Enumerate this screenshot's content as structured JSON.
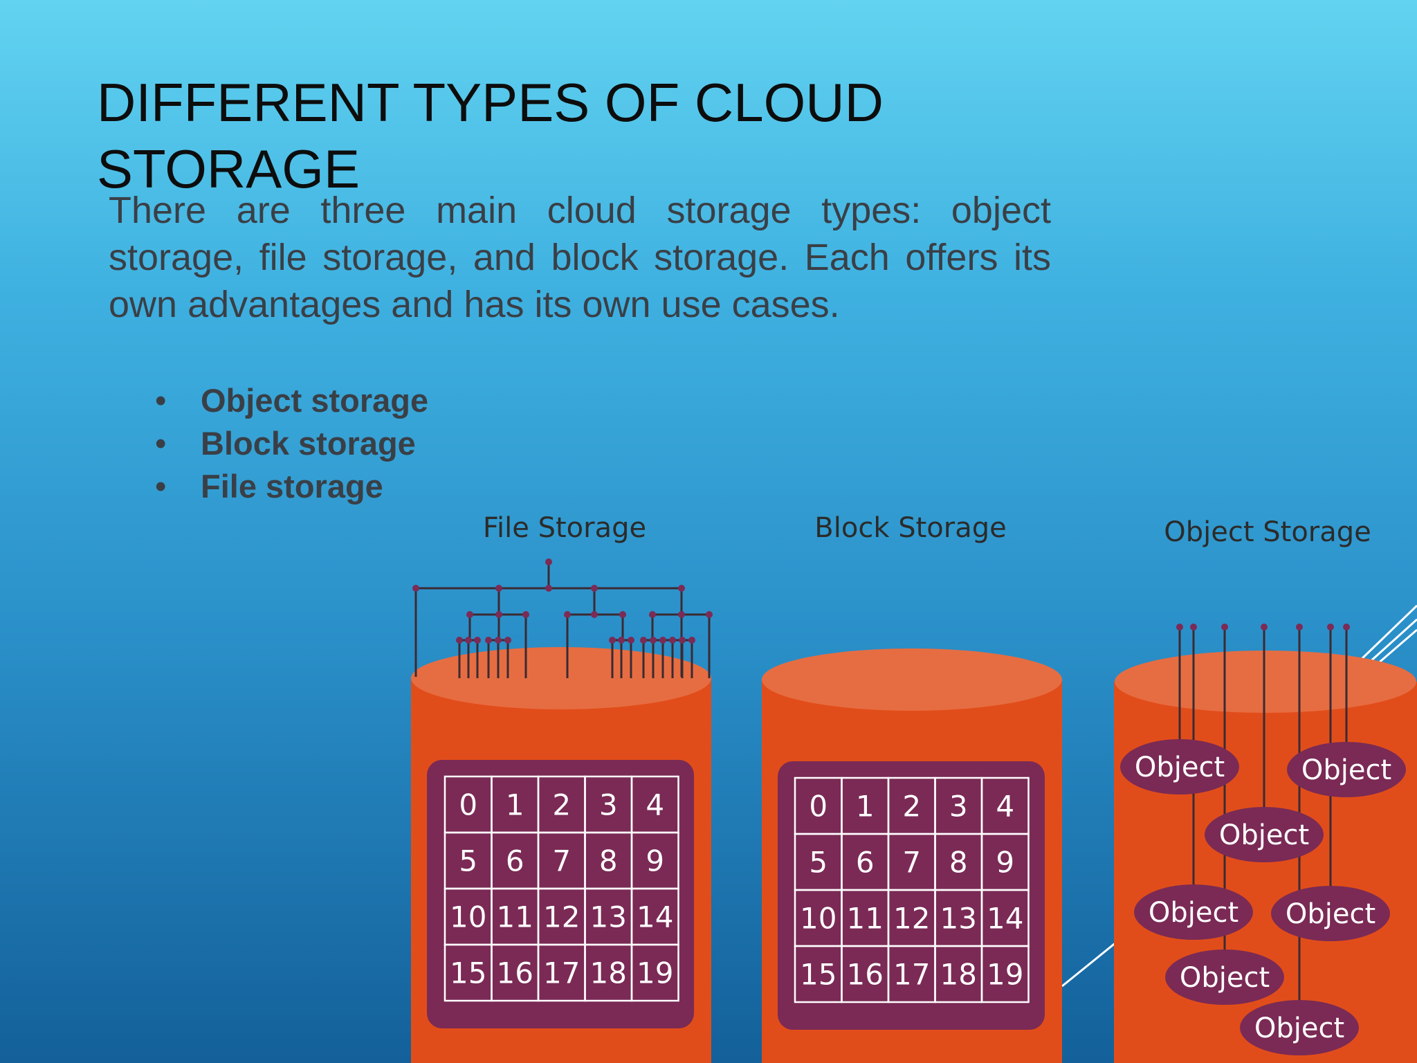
{
  "slide": {
    "title": "DIFFERENT TYPES OF CLOUD STORAGE",
    "intro": "There are three main cloud storage types: object storage, file storage, and block storage. Each offers its own advantages and has its own use cases.",
    "bullets": [
      "Object storage",
      "Block storage",
      "File storage"
    ]
  },
  "diagram": {
    "file_storage": {
      "label": "File Storage",
      "grid": [
        [
          "0",
          "1",
          "2",
          "3",
          "4"
        ],
        [
          "5",
          "6",
          "7",
          "8",
          "9"
        ],
        [
          "10",
          "11",
          "12",
          "13",
          "14"
        ],
        [
          "15",
          "16",
          "17",
          "18",
          "19"
        ]
      ]
    },
    "block_storage": {
      "label": "Block Storage",
      "grid": [
        [
          "0",
          "1",
          "2",
          "3",
          "4"
        ],
        [
          "5",
          "6",
          "7",
          "8",
          "9"
        ],
        [
          "10",
          "11",
          "12",
          "13",
          "14"
        ],
        [
          "15",
          "16",
          "17",
          "18",
          "19"
        ]
      ]
    },
    "object_storage": {
      "label": "Object Storage",
      "objects": [
        "Object",
        "Object",
        "Object",
        "Object",
        "Object",
        "Object",
        "Object"
      ]
    }
  },
  "colors": {
    "cylinder_body": "#e14d1a",
    "cylinder_top": "#e66d42",
    "panel": "#7a2a55",
    "line": "#3b2a33",
    "node": "#7b2b55"
  }
}
